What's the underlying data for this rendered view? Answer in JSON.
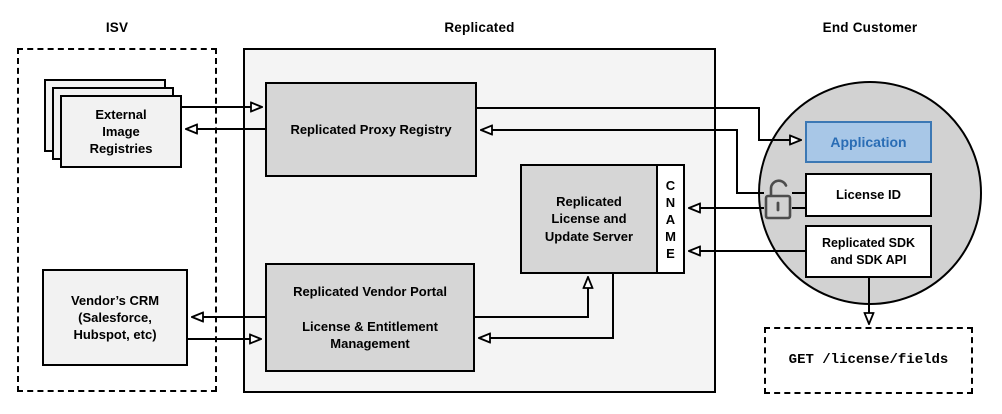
{
  "sections": {
    "isv": {
      "label": "ISV"
    },
    "replicated": {
      "label": "Replicated"
    },
    "end_customer": {
      "label": "End Customer"
    }
  },
  "nodes": {
    "external_registries": {
      "label": "External\nImage\nRegistries"
    },
    "vendor_crm": {
      "label": "Vendor’s CRM\n(Salesforce,\nHubspot, etc)"
    },
    "proxy_registry": {
      "label": "Replicated Proxy Registry"
    },
    "license_update_server": {
      "label": "Replicated\nLicense and\nUpdate Server"
    },
    "cname": {
      "label": "C\nN\nA\nM\nE"
    },
    "vendor_portal": {
      "label": "Replicated Vendor Portal\n\nLicense & Entitlement\nManagement"
    },
    "application": {
      "label": "Application"
    },
    "license_id": {
      "label": "License ID"
    },
    "replicated_sdk": {
      "label": "Replicated SDK\nand SDK API"
    },
    "get_endpoint": {
      "label": "GET /license/fields"
    }
  },
  "icons": {
    "lock": "open-padlock-icon"
  },
  "colors": {
    "accent_fill": "#a8c7e7",
    "accent_border": "#3c78b4",
    "accent_text": "#2a6db5",
    "container_fill": "#f4f4f4",
    "node_fill": "#d6d6d6",
    "light_node_fill": "#f2f2f2",
    "circle_fill": "#d2d2d2",
    "line_color": "#000000"
  }
}
